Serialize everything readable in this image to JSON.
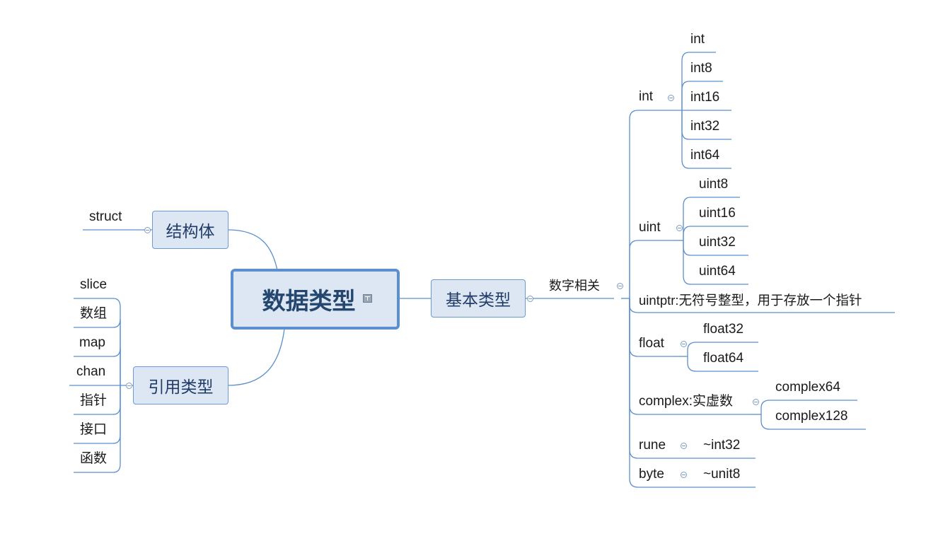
{
  "root": {
    "label": "数据类型"
  },
  "left": {
    "struct_branch": {
      "label": "结构体",
      "children": [
        "struct"
      ]
    },
    "ref_branch": {
      "label": "引用类型",
      "children": [
        "slice",
        "数组",
        "map",
        "chan",
        "指针",
        "接口",
        "函数"
      ]
    }
  },
  "right": {
    "basic_branch": {
      "label": "基本类型",
      "numeric": {
        "label": "数字相关",
        "int": {
          "label": "int",
          "children": [
            "int",
            "int8",
            "int16",
            "int32",
            "int64"
          ]
        },
        "uint": {
          "label": "uint",
          "children": [
            "uint8",
            "uint16",
            "uint32",
            "uint64"
          ]
        },
        "uintptr": {
          "label": "uintptr:无符号整型，用于存放一个指针"
        },
        "float": {
          "label": "float",
          "children": [
            "float32",
            "float64"
          ]
        },
        "complex": {
          "label": "complex:实虚数",
          "children": [
            "complex64",
            "complex128"
          ]
        },
        "rune": {
          "label": "rune",
          "children": [
            "~int32"
          ]
        },
        "byte": {
          "label": "byte",
          "children": [
            "~unit8"
          ]
        }
      }
    }
  },
  "colors": {
    "line": "#5b8fcd",
    "box_fill": "#dde7f4",
    "box_border": "#6a9bd3",
    "text": "#1a1a1a",
    "box_text": "#1f3b66"
  }
}
